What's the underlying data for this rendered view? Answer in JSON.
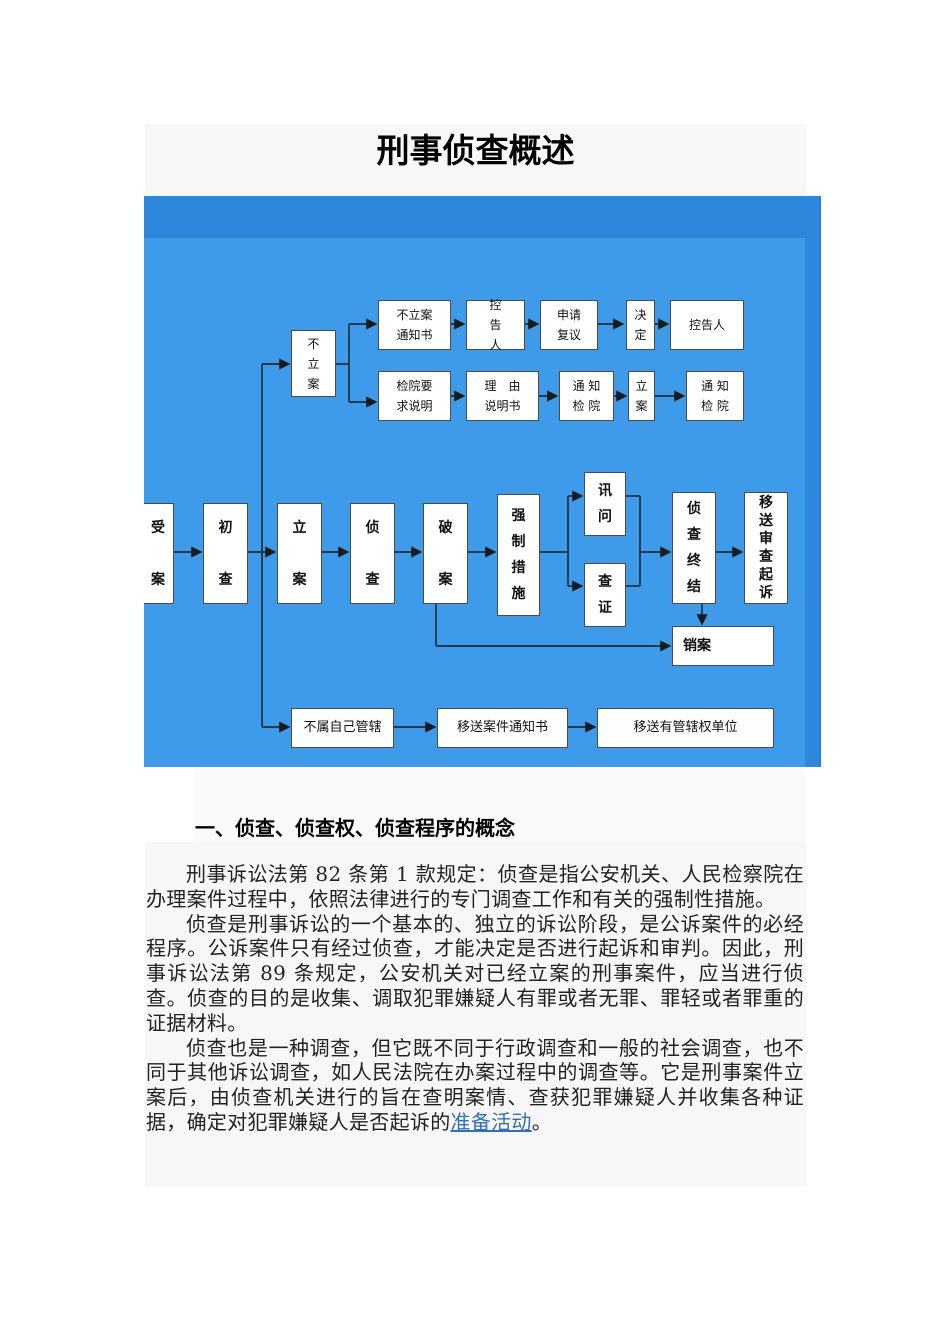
{
  "title": "刑事侦查概述",
  "flowchart": {
    "row_top": [
      "不立案\n通知书",
      "控\n告\n人",
      "申请\n复议",
      "决\n定",
      "控告人"
    ],
    "row_second": [
      "检院要\n求说明",
      "理　由\n说明书",
      "通 知\n检 院",
      "立\n案",
      "通 知\n检 院"
    ],
    "branch_no_case": "不\n立\n案",
    "main": [
      "受\n\n案",
      "初\n\n查",
      "立\n\n案",
      "侦\n\n查",
      "破\n\n案",
      "强\n制\n措\n施",
      "讯\n问",
      "查\n证",
      "侦\n查\n终\n结",
      "移\n送\n审\n查\n起\n诉"
    ],
    "close_case": "销案",
    "bottom": [
      "不属自己管辖",
      "移送案件通知书",
      "移送有管辖权单位"
    ]
  },
  "section": {
    "heading": "一、侦查、侦查权、侦查程序的概念",
    "paragraphs": [
      "刑事诉讼法第 82 条第 1 款规定：侦查是指公安机关、人民检察院在办理案件过程中，依照法律进行的专门调查工作和有关的强制性措施。",
      "侦查是刑事诉讼的一个基本的、独立的诉讼阶段，是公诉案件的必经程序。公诉案件只有经过侦查，才能决定是否进行起诉和审判。因此，刑事诉讼法第 89 条规定，公安机关对已经立案的刑事案件，应当进行侦查。侦查的目的是收集、调取犯罪嫌疑人有罪或者无罪、罪轻或者罪重的证据材料。"
    ],
    "last_paragraph_text": "侦查也是一种调查，但它既不同于行政调查和一般的社会调查，也不同于其他诉讼调查，如人民法院在办案过程中的调查等。它是刑事案件立案后，由侦查机关进行的旨在查明案情、查获犯罪嫌疑人并收集各种证据，确定对犯罪嫌疑人是否起诉的",
    "link_text": "准备活动",
    "last_paragraph_end": "。"
  }
}
